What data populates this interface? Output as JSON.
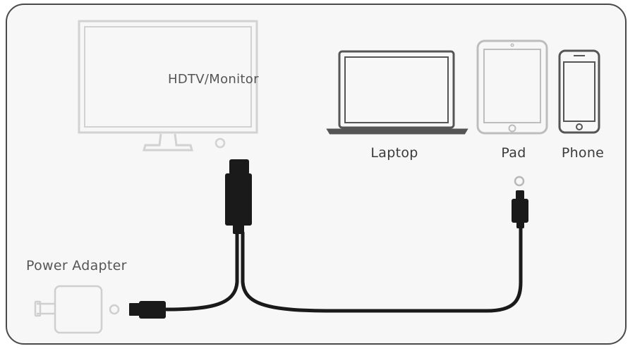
{
  "labels": {
    "hdtv": "HDTV/Monitor",
    "laptop": "Laptop",
    "pad": "Pad",
    "phone": "Phone",
    "power": "Power Adapter"
  },
  "colors": {
    "outline": "#d2d2d2",
    "cable": "#1a1a1a",
    "text": "#3a3a3a",
    "background": "#f7f7f7"
  },
  "icons": [
    "monitor-icon",
    "laptop-icon",
    "tablet-icon",
    "phone-icon",
    "power-adapter-icon",
    "hdmi-connector-icon",
    "usb-a-connector-icon",
    "lightning-connector-icon"
  ]
}
